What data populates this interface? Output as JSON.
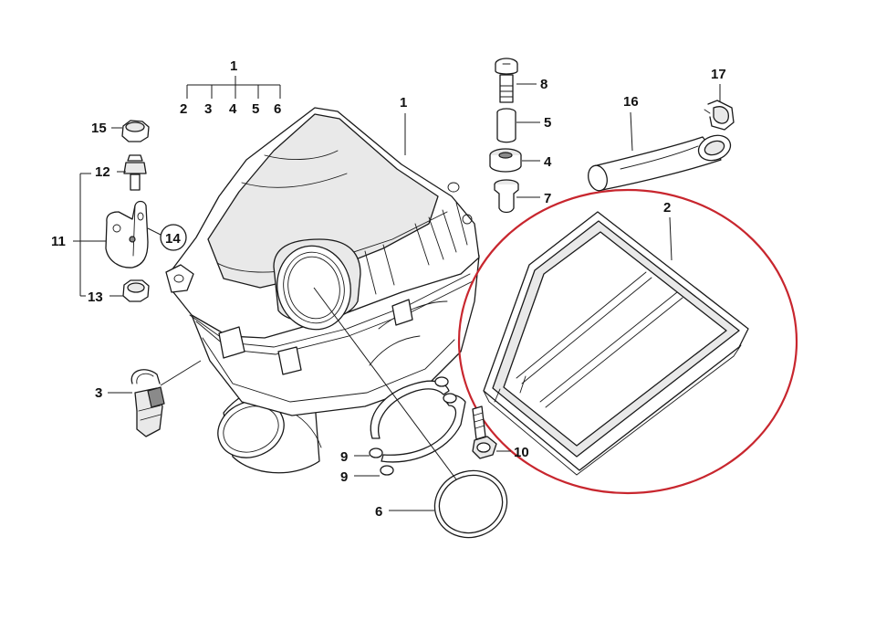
{
  "callouts": {
    "c1_top": "1",
    "c2_top": "2",
    "c3_top": "3",
    "c4_top": "4",
    "c5_top": "5",
    "c6_top": "6",
    "c1_housing": "1",
    "c15": "15",
    "c12": "12",
    "c11": "11",
    "c14": "14",
    "c13": "13",
    "c3_clip": "3",
    "c8": "8",
    "c5_sleeve": "5",
    "c4_grommet": "4",
    "c7": "7",
    "c16": "16",
    "c17": "17",
    "c2_filter": "2",
    "c9_a": "9",
    "c9_b": "9",
    "c10": "10",
    "c6_seal": "6"
  },
  "colors": {
    "highlight": "#c8262e",
    "line": "#1a1a1a",
    "background": "#ffffff"
  }
}
